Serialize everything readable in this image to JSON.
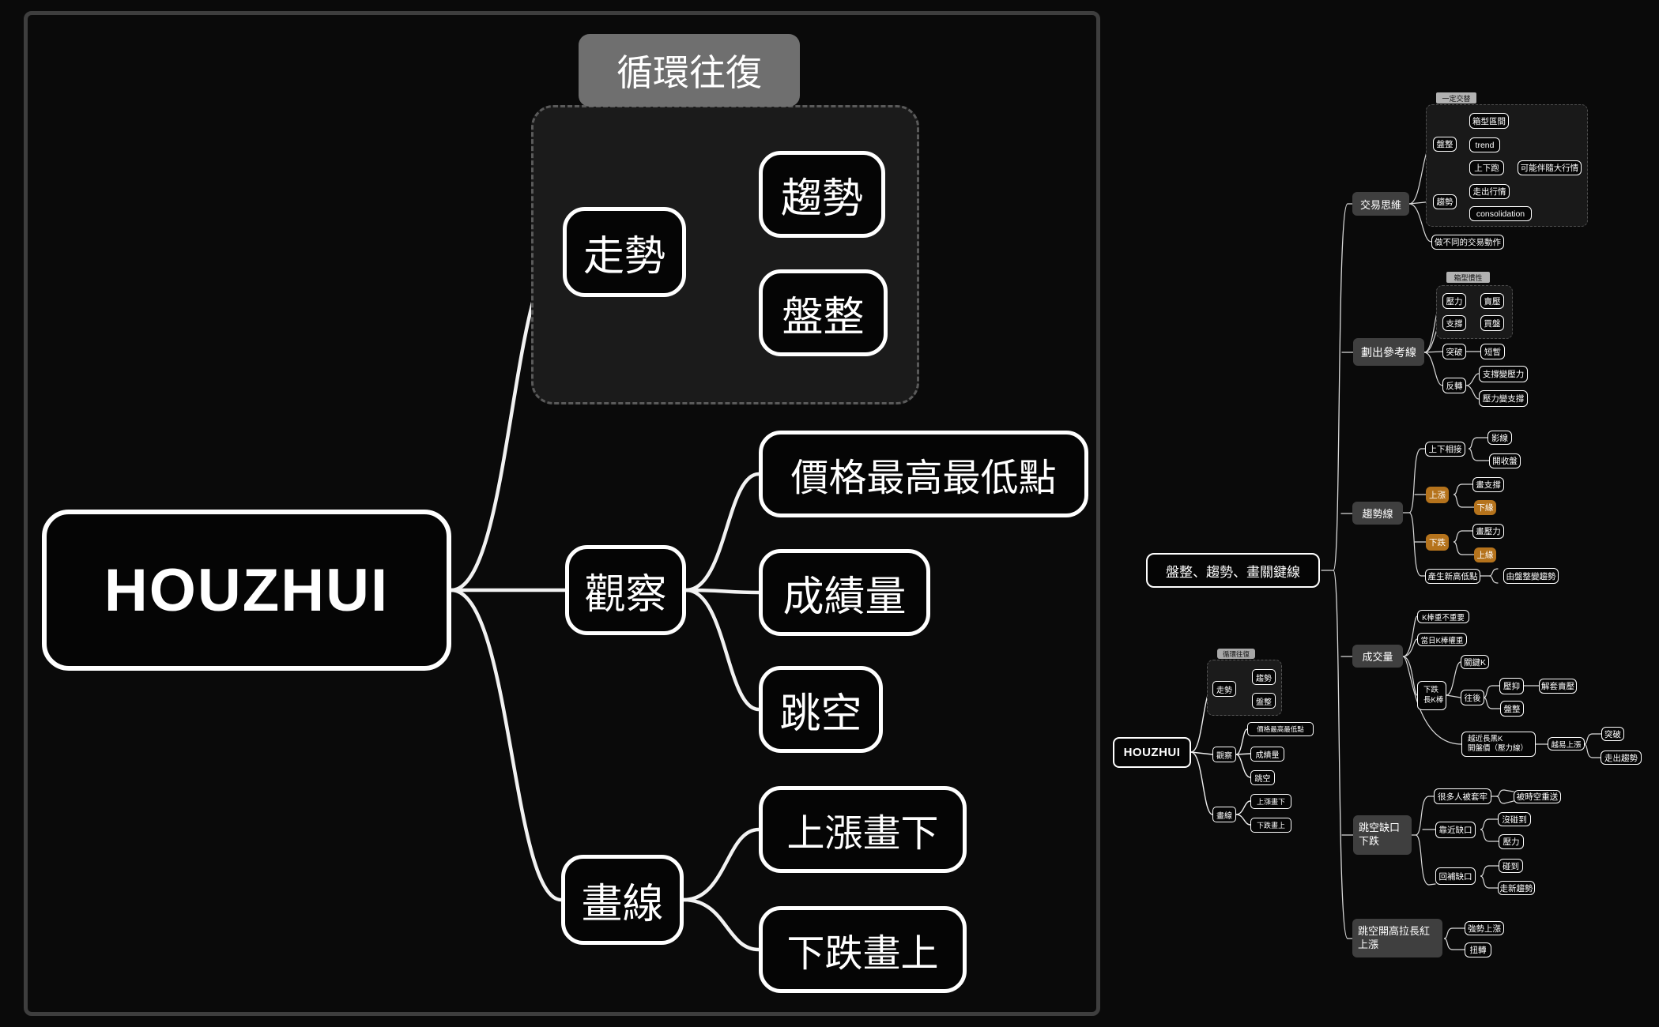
{
  "colors": {
    "background": "#0a0a0a",
    "panel_border": "#3e3e3e",
    "node_border": "#ffffff",
    "topic_gray": "#3f3f3f",
    "orange_accent": "#b5731c",
    "boundary_label_gray": "#6f6f6f",
    "small_label_gray": "#b2b2b2"
  },
  "left_map": {
    "root": "HOUZHUI",
    "boundary_label": "循環往復",
    "zoushi": "走勢",
    "qushi": "趨勢",
    "panzheng": "盤整",
    "guancha": "觀察",
    "price_high_low": "價格最高最低點",
    "chengjiliang": "成績量",
    "tiaokong": "跳空",
    "huaxian": "畫線",
    "rise_draw_below": "上漲畫下",
    "fall_draw_above": "下跌畫上"
  },
  "right_map": {
    "root": "盤整、趨勢、畫關鍵線",
    "trade": {
      "label": "交易思維",
      "boundary": "一定交替",
      "panzheng": "盤整",
      "box_range": "箱型區間",
      "trend_en": "trend",
      "run_up_down": "上下跑",
      "maybe_big_move": "可能伴隨大行情",
      "qushi": "趨勢",
      "move_out": "走出行情",
      "consolidation_en": "consolidation",
      "different_actions": "做不同的交易動作"
    },
    "reference": {
      "label": "劃出參考線",
      "boundary": "箱型慣性",
      "pressure": "壓力",
      "sell_pressure": "賣壓",
      "support": "支撐",
      "buying": "買盤",
      "breakout": "突破",
      "short_lived": "短暫",
      "reversal": "反轉",
      "support_to_pressure": "支撐變壓力",
      "pressure_to_support": "壓力變支撐"
    },
    "trendline": {
      "label": "趨勢線",
      "updown_connect": "上下相接",
      "shadow_line": "影線",
      "open_close": "開收盤",
      "rising": "上漲",
      "draw_support": "畫支撐",
      "lower_edge": "下緣",
      "falling": "下跌",
      "draw_pressure": "畫壓力",
      "upper_edge": "上緣",
      "new_high_low": "產生新高低點",
      "consolidation_to_trend": "由盤整變趨勢"
    },
    "volume": {
      "label": "成交量",
      "k_importance": "K棒重不重要",
      "daily_k_weight": "當日K棒權重",
      "key_k": "關鍵K",
      "falling_long_k_l1": "下跌",
      "falling_long_k_l2": "長K棒",
      "afterwards": "往後",
      "suppress": "壓抑",
      "relief_selling": "解套賣壓",
      "consolidate": "盤整",
      "near_black_k_l1": "越近長黑K",
      "near_black_k_l2": "開盤價（壓力線）",
      "easier_rise": "越易上漲",
      "breakout": "突破",
      "out_of_trend": "走出趨勢"
    },
    "gap_down": {
      "label_l1": "跳空缺口",
      "label_l2": "下跌",
      "many_trapped": "很多人被套牢",
      "time_warped": "被時空重送",
      "near_gap": "靠近缺口",
      "not_touched": "沒碰到",
      "pressure": "壓力",
      "fill_gap": "回補缺口",
      "touched": "碰到",
      "new_trend": "走新趨勢"
    },
    "gap_up": {
      "label_l1": "跳空開高拉長紅",
      "label_l2": "上漲",
      "strong_rise": "強勢上漲",
      "twist": "扭轉"
    }
  }
}
